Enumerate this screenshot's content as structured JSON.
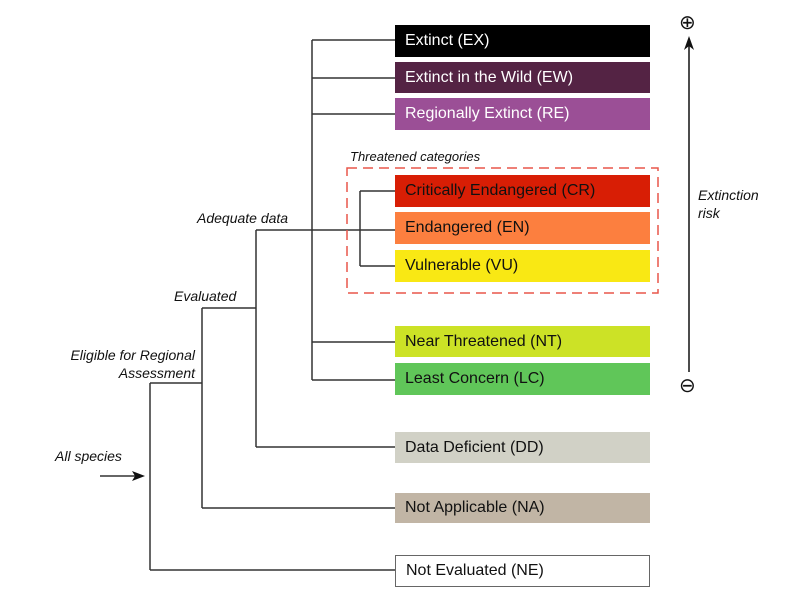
{
  "diagram": {
    "entry_label": "All species",
    "branch_labels": {
      "eligible": "Eligible for Regional Assessment",
      "eligible_line1": "Eligible for Regional",
      "eligible_line2": "Assessment",
      "evaluated": "Evaluated",
      "adequate_data": "Adequate data"
    },
    "threatened_group_label": "Threatened categories",
    "risk_axis": {
      "label_line1": "Extinction",
      "label_line2": "risk",
      "high_symbol": "⊕",
      "low_symbol": "⊖"
    },
    "categories": [
      {
        "code": "EX",
        "label": "Extinct (EX)",
        "bg": "#000000",
        "fg": "#ffffff",
        "branch": "adequate_data"
      },
      {
        "code": "EW",
        "label": "Extinct in the Wild (EW)",
        "bg": "#542344",
        "fg": "#ffffff",
        "branch": "adequate_data"
      },
      {
        "code": "RE",
        "label": "Regionally Extinct (RE)",
        "bg": "#9b4f96",
        "fg": "#ffffff",
        "branch": "adequate_data"
      },
      {
        "code": "CR",
        "label": "Critically Endangered (CR)",
        "bg": "#d81e05",
        "fg": "#111111",
        "branch": "threatened"
      },
      {
        "code": "EN",
        "label": "Endangered (EN)",
        "bg": "#fc7f3f",
        "fg": "#111111",
        "branch": "threatened"
      },
      {
        "code": "VU",
        "label": "Vulnerable (VU)",
        "bg": "#f9e814",
        "fg": "#111111",
        "branch": "threatened"
      },
      {
        "code": "NT",
        "label": "Near Threatened (NT)",
        "bg": "#cce226",
        "fg": "#111111",
        "branch": "adequate_data"
      },
      {
        "code": "LC",
        "label": "Least Concern (LC)",
        "bg": "#60c659",
        "fg": "#111111",
        "branch": "adequate_data"
      },
      {
        "code": "DD",
        "label": "Data Deficient (DD)",
        "bg": "#d1d1c6",
        "fg": "#111111",
        "branch": "evaluated"
      },
      {
        "code": "NA",
        "label": "Not Applicable (NA)",
        "bg": "#c1b5a5",
        "fg": "#111111",
        "branch": "eligible"
      },
      {
        "code": "NE",
        "label": "Not Evaluated (NE)",
        "bg": "#ffffff",
        "fg": "#111111",
        "branch": "all_species"
      }
    ],
    "colors": {
      "line": "#333333",
      "threatened_dash": "#e8574a"
    }
  }
}
